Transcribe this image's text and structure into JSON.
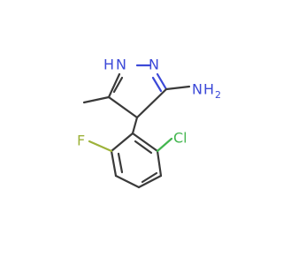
{
  "molecule": {
    "atom_labels": {
      "nh": "H",
      "nh_n": "N",
      "n2": "N",
      "nh2_n": "N",
      "nh2_h": "H",
      "nh2_sub": "2",
      "cl": "Cl",
      "f": "F"
    }
  },
  "colors": {
    "carbon_bond": "#3a3a3a",
    "nitrogen": "#3c49d8",
    "chlorine": "#43b64f",
    "fluorine": "#9db23a"
  }
}
